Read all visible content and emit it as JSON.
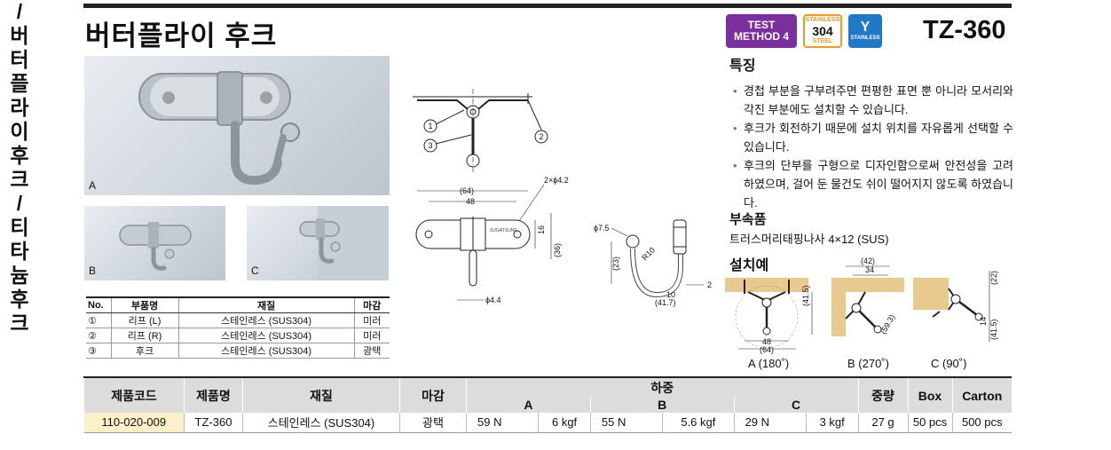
{
  "side_label": [
    "/",
    "버",
    "터",
    "플",
    "라",
    "이",
    "후",
    "크",
    "/",
    "티",
    "타",
    "늄",
    "후",
    "크"
  ],
  "header": {
    "title": "버터플라이 후크",
    "model": "TZ-360",
    "badges": {
      "test_line1": "TEST",
      "test_line2": "METHOD 4",
      "steel_top": "STAINLESS",
      "steel_mid": "304",
      "steel_bottom": "STEEL",
      "stainless_symbol": "Y",
      "stainless_label": "STAINLESS"
    }
  },
  "photos": {
    "a": "A",
    "b": "B",
    "c": "C"
  },
  "parts_table": {
    "headers": [
      "No.",
      "부품명",
      "재질",
      "마감"
    ],
    "rows": [
      [
        "①",
        "리프 (L)",
        "스테인레스 (SUS304)",
        "미러"
      ],
      [
        "②",
        "리프 (R)",
        "스테인레스 (SUS304)",
        "미러"
      ],
      [
        "③",
        "후크",
        "스테인레스 (SUS304)",
        "광택"
      ]
    ]
  },
  "drawing": {
    "callouts": [
      "1",
      "3",
      "2"
    ],
    "dim_64": "(64)",
    "dim_48": "48",
    "holes": "2×ϕ4.2",
    "dim_16": "16",
    "dim_36": "(36)",
    "dim_phi44": "ϕ4.4",
    "dim_phi75": "ϕ7.5",
    "dim_r10": "R10",
    "dim_23": "(23)",
    "dim_2": "2",
    "dim_10": "10",
    "dim_417": "(41.7)",
    "stamp": "SUGATSUNE"
  },
  "features": {
    "title": "특징",
    "items": [
      "경첩 부분을 구부려주면 편평한 표면 뿐 아니라 모서리와 각진 부분에도 설치할 수 있습니다.",
      "후크가 회전하기 때문에 설치 위치를 자유롭게 선택할 수 있습니다.",
      "후크의 단부를 구형으로 디자인함으로써 안전성을 고려하였으며, 걸어 둔 물건도 쉬이 떨어지지 않도록 하였습니다."
    ]
  },
  "accessory": {
    "title": "부속품",
    "text": "트러스머리태핑나사 4×12 (SUS)"
  },
  "install": {
    "title": "설치예",
    "labels": [
      "A (180˚)",
      "B (270˚)",
      "C (90˚)"
    ],
    "dims": {
      "a_415": "(41.5)",
      "a_48": "48",
      "a_64": "(64)",
      "b_42": "(42)",
      "b_34": "34",
      "b_593": "(59.3)",
      "c_22": "(22)",
      "c_14": "14",
      "c_415": "(41.5)"
    }
  },
  "spec_table": {
    "headers": {
      "code": "제품코드",
      "name": "제품명",
      "material": "재질",
      "finish": "마감",
      "load": "하중",
      "load_a": "A",
      "load_b": "B",
      "load_c": "C",
      "weight": "중량",
      "box": "Box",
      "carton": "Carton"
    },
    "row": {
      "code": "110-020-009",
      "name": "TZ-360",
      "material": "스테인레스 (SUS304)",
      "finish": "광택",
      "a_n": "59 N",
      "a_kgf": "6 kgf",
      "b_n": "55 N",
      "b_kgf": "5.6 kgf",
      "c_n": "29 N",
      "c_kgf": "3 kgf",
      "weight": "27 g",
      "box": "50 pcs",
      "carton": "500 pcs"
    }
  },
  "colors": {
    "test_badge": "#7b2f9e",
    "steel_badge": "#f39a1e",
    "stainless_badge": "#1f78c8",
    "code_cell": "#fbf0c8",
    "header_fill": "#dcdcdc",
    "wood": "#e8c98e"
  }
}
